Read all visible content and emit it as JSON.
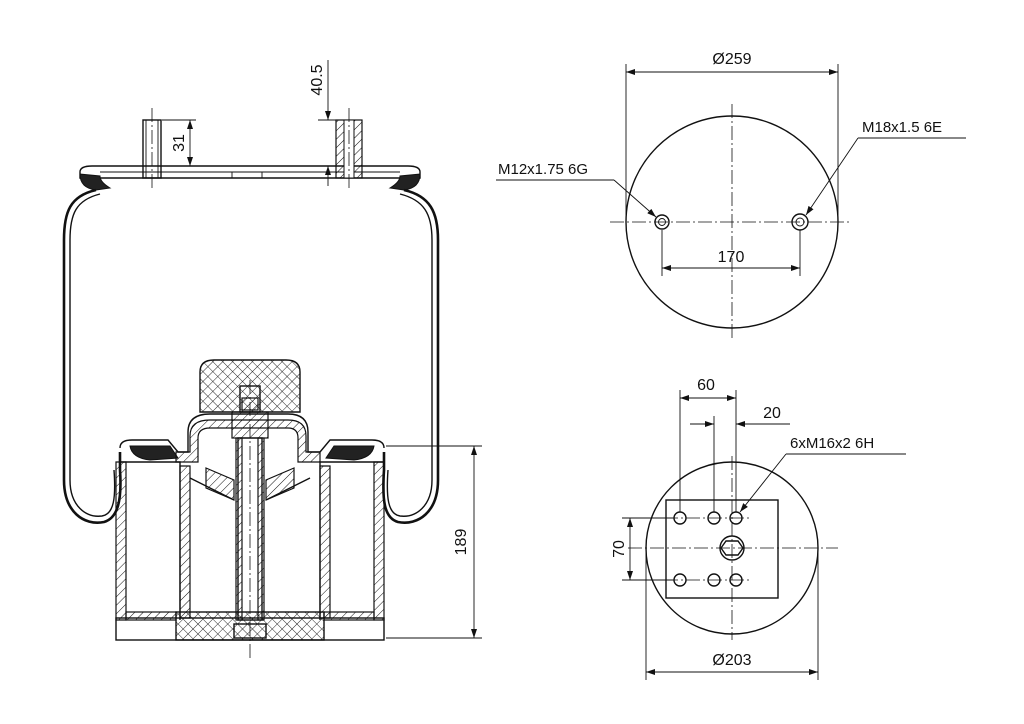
{
  "side_view": {
    "dim_bolt_height": "31",
    "dim_nut_height": "40.5",
    "dim_piston_height": "189"
  },
  "top_view": {
    "dim_diameter": "Ø259",
    "dim_hole_spacing": "170",
    "label_left_thread": "M12x1.75 6G",
    "label_right_thread": "M18x1.5 6E"
  },
  "bottom_view": {
    "dim_60": "60",
    "dim_20": "20",
    "dim_70": "70",
    "dim_diameter": "Ø203",
    "label_holes": "6xM16x2 6H"
  }
}
